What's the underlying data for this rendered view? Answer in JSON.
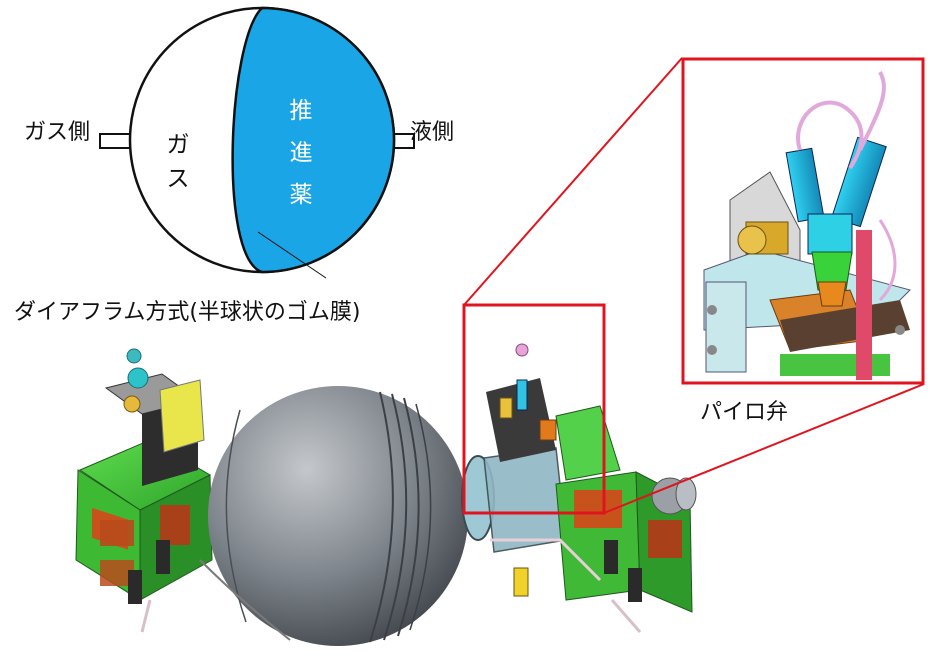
{
  "diagram": {
    "gas_side_label": "ガス側",
    "liquid_side_label": "液側",
    "gas_label_line1": "ガ",
    "gas_label_line2": "ス",
    "propellant_line1": "推",
    "propellant_line2": "進",
    "propellant_line3": "薬",
    "caption": "ダイアフラム方式(半球状のゴム膜)",
    "pyro_valve_label": "パイロ弁"
  },
  "colors": {
    "propellant": "#1aa6e6",
    "callout_border": "#e0141e",
    "tank_gray": "#777d84",
    "panel_green": "#44c93a",
    "panel_red": "#c8521c"
  }
}
